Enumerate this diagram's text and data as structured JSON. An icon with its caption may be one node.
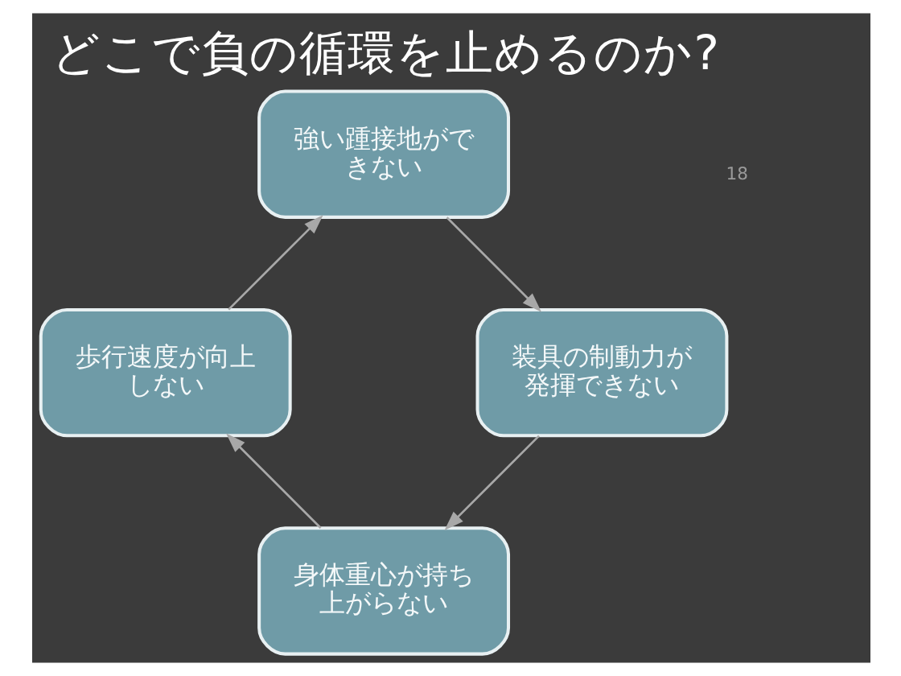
{
  "diagram": {
    "title": "どこで負の循環を止めるのか?",
    "nodes": [
      {
        "text": [
          "強い踵接地ができない"
        ]
      },
      {
        "text": [
          "装具の制動力が発揮できない"
        ]
      },
      {
        "text": [
          "身体重心が持ち上がらない"
        ]
      },
      {
        "text": [
          "歩行速度が向上しない"
        ]
      }
    ],
    "edges": [
      {
        "from": 0,
        "to": 1,
        "arrow": "to"
      },
      {
        "from": 1,
        "to": 2,
        "arrow": "to"
      },
      {
        "from": 2,
        "to": 3,
        "arrow": "to"
      },
      {
        "from": 3,
        "to": 0,
        "arrow": "to"
      }
    ],
    "labels": [
      "18"
    ]
  }
}
